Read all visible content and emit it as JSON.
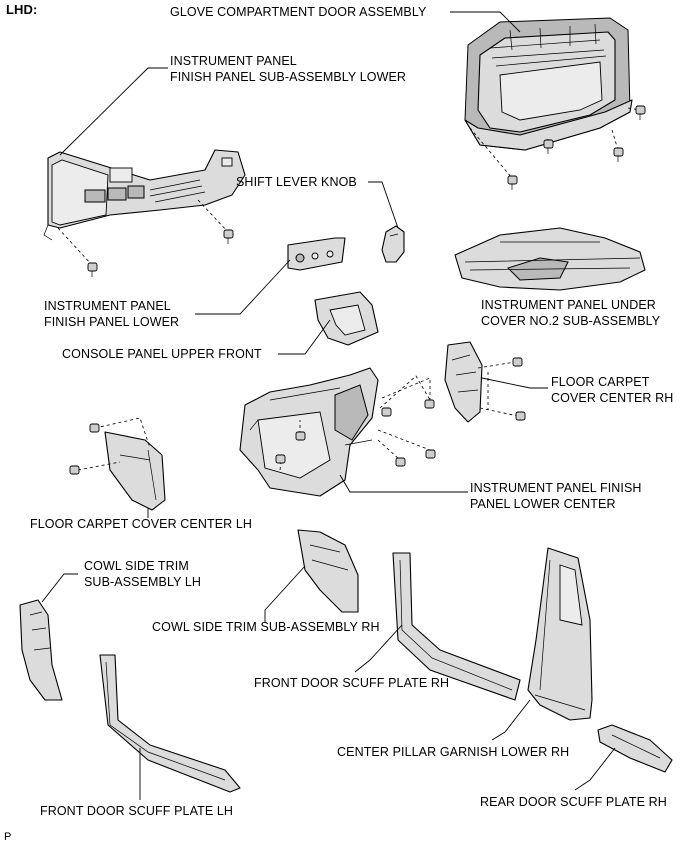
{
  "header": "LHD:",
  "footer_code": "P",
  "labels": {
    "glove_door": [
      "GLOVE COMPARTMENT DOOR ASSEMBLY"
    ],
    "ip_finish_lower_sub": [
      "INSTRUMENT PANEL",
      "FINISH PANEL SUB-ASSEMBLY LOWER"
    ],
    "shift_knob": [
      "SHIFT LEVER KNOB"
    ],
    "ip_under_cover": [
      "INSTRUMENT PANEL UNDER",
      "COVER NO.2 SUB-ASSEMBLY"
    ],
    "ip_finish_lower": [
      "INSTRUMENT PANEL",
      "FINISH PANEL LOWER"
    ],
    "console_upper_front": [
      "CONSOLE PANEL UPPER FRONT"
    ],
    "carpet_cover_rh": [
      "FLOOR CARPET",
      "COVER CENTER RH"
    ],
    "ip_finish_lower_center": [
      "INSTRUMENT PANEL FINISH",
      "PANEL LOWER CENTER"
    ],
    "carpet_cover_lh": [
      "FLOOR CARPET COVER CENTER LH"
    ],
    "cowl_side_lh": [
      "COWL SIDE TRIM",
      "SUB-ASSEMBLY LH"
    ],
    "cowl_side_rh": [
      "COWL SIDE TRIM SUB-ASSEMBLY RH"
    ],
    "front_scuff_rh": [
      "FRONT DOOR SCUFF PLATE RH"
    ],
    "center_pillar_rh": [
      "CENTER PILLAR GARNISH LOWER RH"
    ],
    "rear_scuff_rh": [
      "REAR DOOR SCUFF PLATE RH"
    ],
    "front_scuff_lh": [
      "FRONT DOOR SCUFF PLATE LH"
    ]
  }
}
